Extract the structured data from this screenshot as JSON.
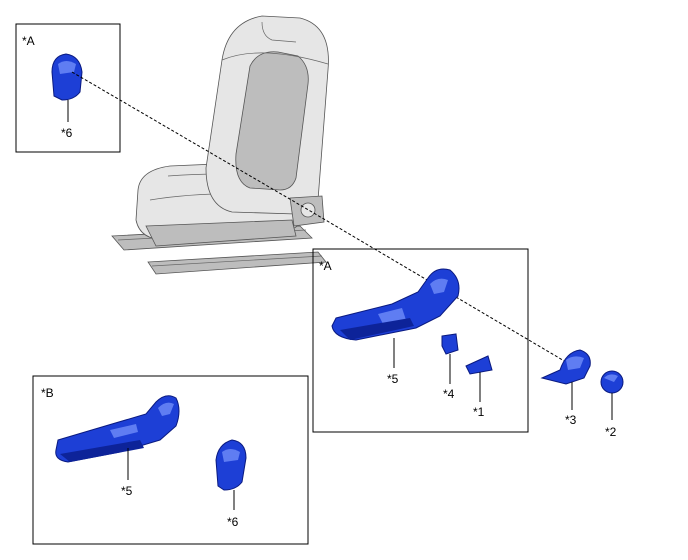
{
  "callouts": {
    "box_a_top": "*A",
    "box_a_main": "*A",
    "box_b": "*B",
    "part_1": "*1",
    "part_2": "*2",
    "part_3": "*3",
    "part_4": "*4",
    "part_5_a": "*5",
    "part_5_b": "*5",
    "part_6_top": "*6",
    "part_6_b": "*6"
  },
  "colors": {
    "part_fill": "#1d3fd6",
    "part_highlight": "#5f7df2",
    "seat_fill": "#e6e6e6"
  }
}
